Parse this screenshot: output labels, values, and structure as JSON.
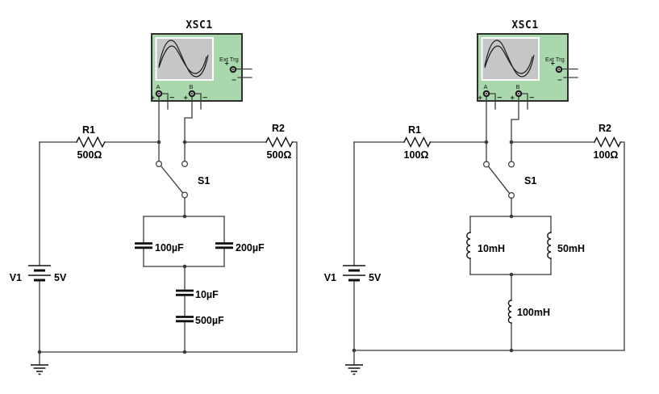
{
  "colors": {
    "wire": "#3b3b3b",
    "comp": "#111111",
    "scope_body": "#a8d8ab",
    "scope_border": "#2f2f2f",
    "screen": "#c6c6c6",
    "text": "#000000"
  },
  "circuits": [
    {
      "scope": {
        "title": "XSC1",
        "ext_trg": "Ext Trg",
        "a": "A",
        "b": "B"
      },
      "r1": {
        "ref": "R1",
        "val": "500Ω"
      },
      "r2": {
        "ref": "R2",
        "val": "500Ω"
      },
      "switch": {
        "ref": "S1"
      },
      "par1": {
        "val": "100µF"
      },
      "par2": {
        "val": "200µF"
      },
      "series1": {
        "val": "10µF"
      },
      "series2": {
        "val": "500µF"
      },
      "src": {
        "ref": "V1",
        "val": "5V"
      }
    },
    {
      "scope": {
        "title": "XSC1",
        "ext_trg": "Ext Trg",
        "a": "A",
        "b": "B"
      },
      "r1": {
        "ref": "R1",
        "val": "100Ω"
      },
      "r2": {
        "ref": "R2",
        "val": "100Ω"
      },
      "switch": {
        "ref": "S1"
      },
      "par1": {
        "val": "10mH"
      },
      "par2": {
        "val": "50mH"
      },
      "series1": {
        "val": "100mH"
      },
      "src": {
        "ref": "V1",
        "val": "5V"
      }
    }
  ]
}
